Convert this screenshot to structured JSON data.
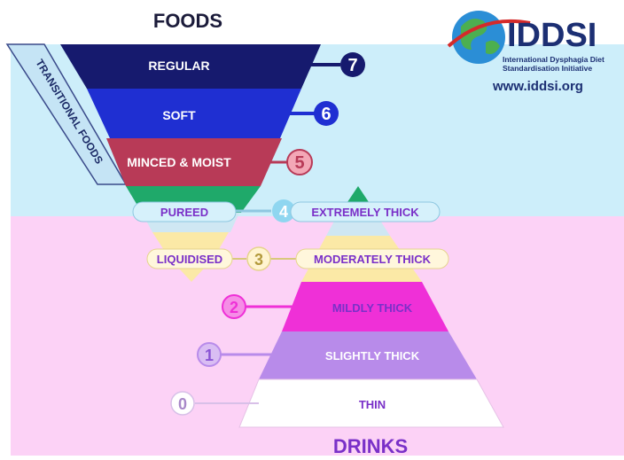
{
  "header": {
    "title": "FOODS",
    "footer": "DRINKS"
  },
  "brand": {
    "logo": "IDDSI",
    "subtitle_line1": "International Dysphagia Diet",
    "subtitle_line2": "Standardisation Initiative",
    "url": "www.iddsi.org"
  },
  "transitional_label": "TRANSITIONAL FOODS",
  "levels": [
    {
      "number": "7",
      "food": "REGULAR"
    },
    {
      "number": "6",
      "food": "SOFT"
    },
    {
      "number": "5",
      "food": "MINCED & MOIST"
    },
    {
      "number": "4",
      "food": "PUREED",
      "drink": "EXTREMELY THICK"
    },
    {
      "number": "3",
      "food": "LIQUIDISED",
      "drink": "MODERATELY THICK"
    },
    {
      "number": "2",
      "drink": "MILDLY THICK"
    },
    {
      "number": "1",
      "drink": "SLIGHTLY THICK"
    },
    {
      "number": "0",
      "drink": "THIN"
    }
  ],
  "colors": {
    "food_background": "#cdeefa",
    "drink_background": "#fcd2f6",
    "level7": "#161a6e",
    "level6": "#1f2fd2",
    "level5": "#b83a57",
    "level4": "#1fa96a",
    "level3": "#fbe9a6",
    "level2": "#ef30d7",
    "level1": "#b88bea",
    "level0": "#ffffff",
    "label_text": "#7a30c8",
    "brand_red": "#d42a2a",
    "brand_blue": "#1c2f73"
  }
}
